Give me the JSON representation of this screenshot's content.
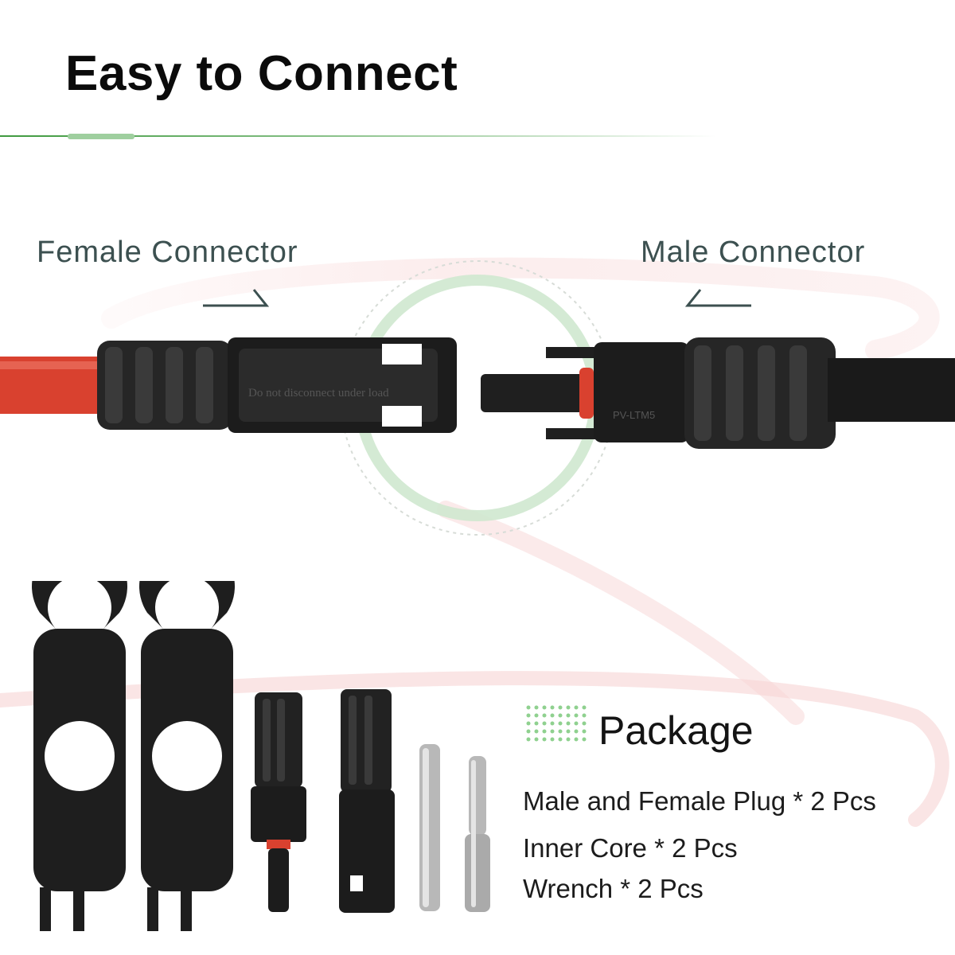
{
  "header": {
    "title": "Easy to Connect"
  },
  "connectors": {
    "female_label": "Female Connector",
    "male_label": "Male Connector",
    "female_molding_text": "Do not disconnect under load",
    "male_molding_text": "PV-LTM5"
  },
  "package": {
    "title": "Package",
    "items": [
      "Male and Female Plug * 2 Pcs",
      "Inner Core * 2 Pcs",
      "Wrench * 2 Pcs"
    ]
  },
  "colors": {
    "accent_green": "#3f9a3f",
    "cable_red": "#d9412f",
    "cable_black": "#1a1a1a",
    "label_slate": "#3c5050"
  },
  "icons": [
    "wrench-icon",
    "female-plug-icon",
    "male-plug-icon",
    "inner-core-pin-icon",
    "dot-grid-icon",
    "arrow-down-right-icon",
    "arrow-down-left-icon"
  ]
}
